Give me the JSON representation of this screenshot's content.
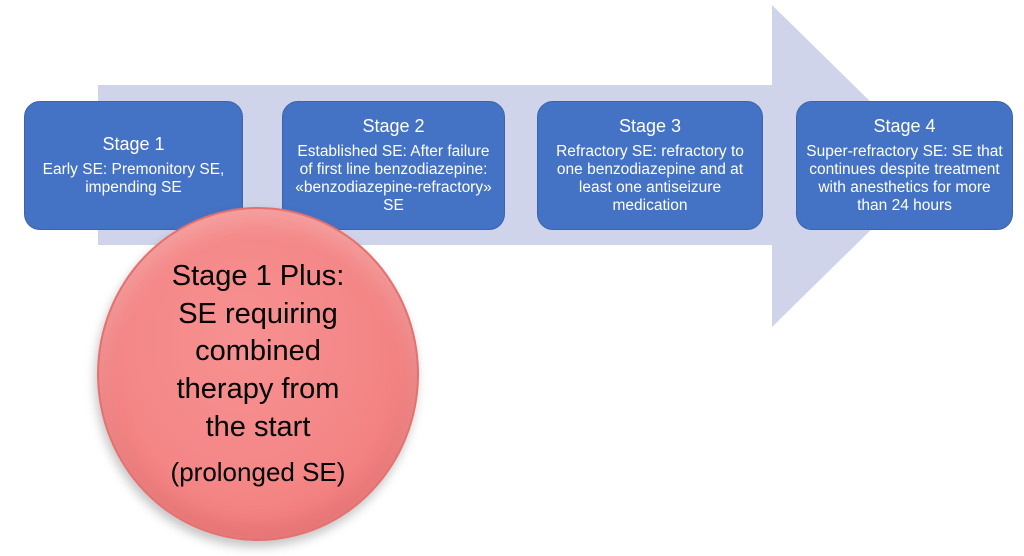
{
  "figure": {
    "type": "process-flow",
    "stages": [
      {
        "title": "Stage 1",
        "body": "Early SE: Premonitory SE, impending SE"
      },
      {
        "title": "Stage 2",
        "body": "Established SE: After failure of first line benzodiazepine: «benzodiazepine-refractory» SE"
      },
      {
        "title": "Stage 3",
        "body": "Refractory SE: refractory to one benzodiazepine and at least one antiseizure medication"
      },
      {
        "title": "Stage 4",
        "body": "Super-refractory SE: SE that continues despite treatment with anesthetics for more than 24 hours"
      }
    ],
    "highlight": {
      "label": "Stage 1 Plus:\nSE requiring\ncombined\ntherapy from\nthe start",
      "note": "(prolonged SE)"
    },
    "colors": {
      "stage_fill": "#4472C4",
      "stage_border": "#3C64AC",
      "stage_text": "#FFFFFF",
      "arrow_fill": "#CFD4EB",
      "circle_fill": "#F48585",
      "circle_border": "#E57070",
      "circle_text": "#000000",
      "background": "#FFFFFF"
    }
  }
}
